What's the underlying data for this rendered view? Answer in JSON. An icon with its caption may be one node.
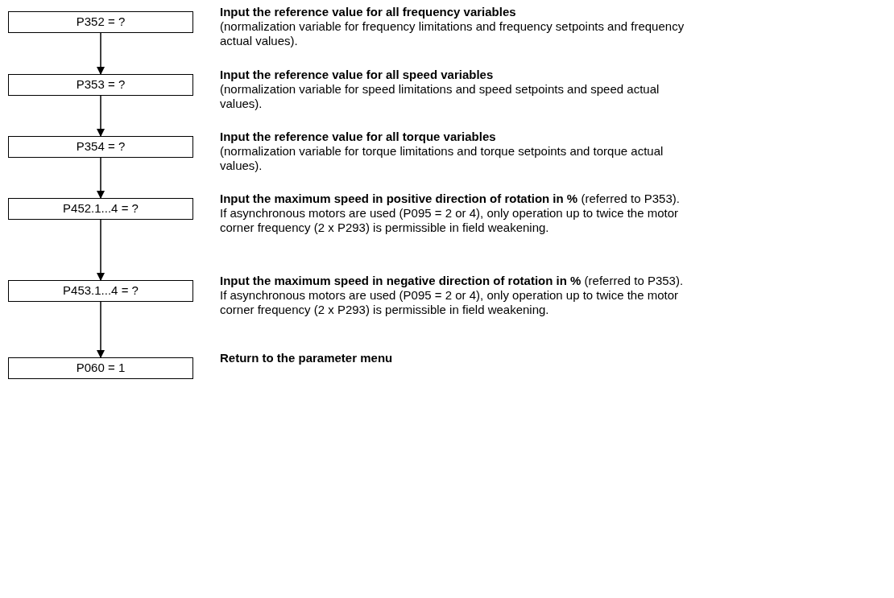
{
  "diagram": {
    "nodes": [
      {
        "text": [
          "P352 = ?"
        ],
        "beside": [
          "Input the reference value for all frequency variables",
          "(normalization variable for frequency limitations and frequency setpoints and frequency actual values)."
        ]
      },
      {
        "text": [
          "P353 = ?"
        ],
        "beside": [
          "Input the reference value for all speed variables",
          "(normalization variable for speed limitations and speed setpoints and speed actual values)."
        ]
      },
      {
        "text": [
          "P354 = ?"
        ],
        "beside": [
          "Input the reference value for all torque variables",
          "(normalization variable for torque limitations and torque setpoints and torque actual values)."
        ]
      },
      {
        "text": [
          "P452.1...4 = ?"
        ],
        "beside": [
          "Input the maximum speed in positive direction of rotation in %",
          "(referred to P353).",
          "If asynchronous motors are used (P095 = 2 or 4), only operation up to twice the motor corner frequency (2 x P293) is permissible in field weakening."
        ]
      },
      {
        "text": [
          "P453.1...4 = ?"
        ],
        "beside": [
          "Input the maximum speed in negative direction of rotation in %",
          "(referred to P353).",
          "If asynchronous motors are used (P095 = 2 or 4), only operation up to twice the motor corner frequency (2 x P293) is permissible in field weakening."
        ]
      },
      {
        "text": [
          "P060 = 1"
        ],
        "beside": [
          "Return to the parameter menu"
        ]
      }
    ],
    "edges": [
      {
        "from": 0,
        "to": 1,
        "arrow": "to"
      },
      {
        "from": 1,
        "to": 2,
        "arrow": "to"
      },
      {
        "from": 2,
        "to": 3,
        "arrow": "to"
      },
      {
        "from": 3,
        "to": 4,
        "arrow": "to"
      },
      {
        "from": 4,
        "to": 5,
        "arrow": "to"
      }
    ]
  }
}
